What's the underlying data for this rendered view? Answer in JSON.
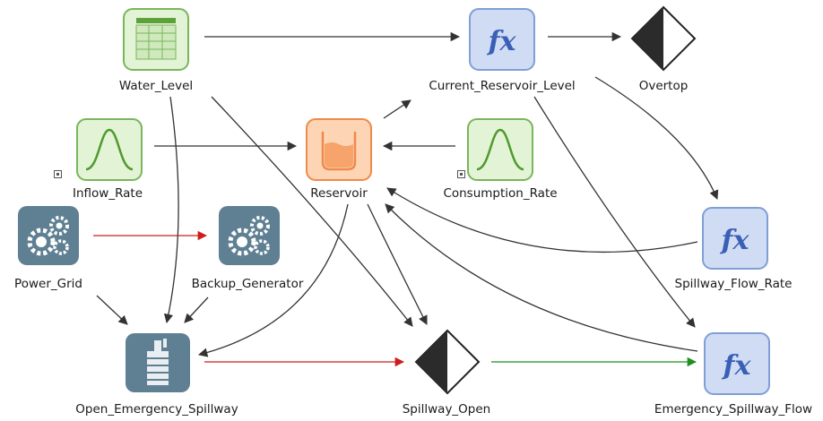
{
  "diagram": {
    "nodes": {
      "water_level": "Water_Level",
      "current_reservoir_level": "Current_Reservoir_Level",
      "overtop": "Overtop",
      "inflow_rate": "Inflow_Rate",
      "reservoir": "Reservoir",
      "consumption_rate": "Consumption_Rate",
      "power_grid": "Power_Grid",
      "backup_generator": "Backup_Generator",
      "spillway_flow_rate": "Spillway_Flow_Rate",
      "open_emergency_spillway": "Open_Emergency_Spillway",
      "spillway_open": "Spillway_Open",
      "emergency_spillway_flow": "Emergency_Spillway_Flow"
    },
    "formula_symbol": "fx",
    "icons": {
      "table": "table-icon",
      "formula": "formula-icon",
      "distribution": "distribution-icon",
      "container": "reservoir-icon",
      "gears": "gears-icon",
      "decision": "decision-icon",
      "spillway": "spillway-icon"
    },
    "colors": {
      "green_fill": "#e3f3d6",
      "green_border": "#7ab55c",
      "blue_fill": "#cfdcf3",
      "blue_border": "#7f9fd6",
      "orange_fill": "#fdd4b4",
      "orange_border": "#ef8a4a",
      "slate": "#5f7f93",
      "arrow_default": "#333333",
      "arrow_red": "#d01c1c",
      "arrow_green": "#1f8f1f"
    }
  }
}
